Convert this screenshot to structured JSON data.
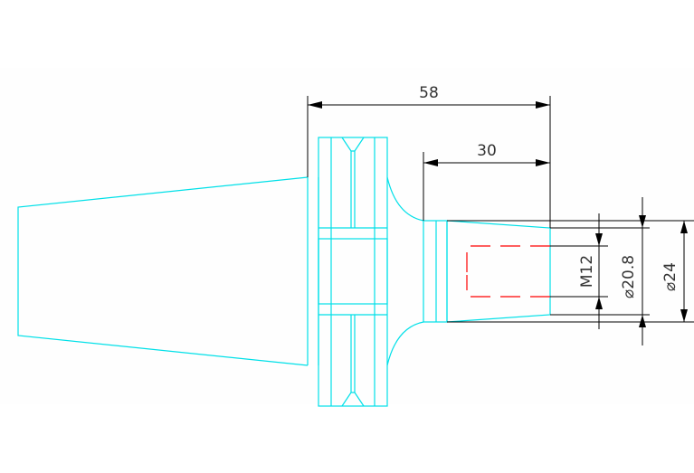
{
  "colors": {
    "background": "#fefefe",
    "outline": "#00e0e8",
    "dimension": "#000000",
    "hidden_thread": "#ff0000",
    "text": "#333333"
  },
  "dimensions": {
    "overall_length": "58",
    "thread_length": "30",
    "thread_size": "M12",
    "bore_diameter": "⌀20.8",
    "outer_diameter": "⌀24"
  }
}
